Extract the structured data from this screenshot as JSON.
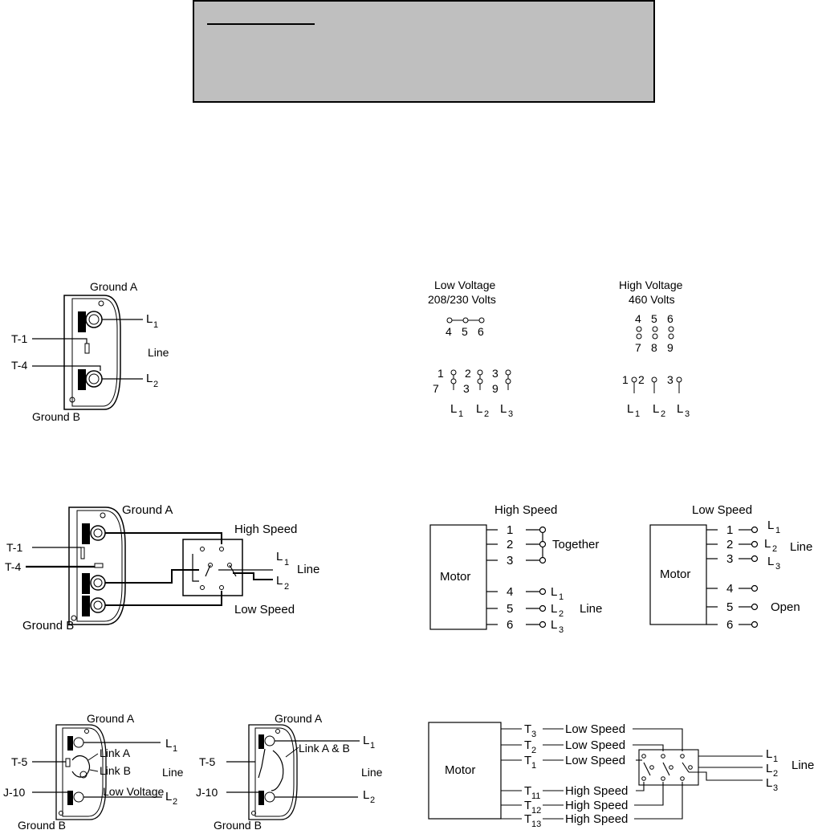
{
  "panel1": {
    "ground_a": "Ground A",
    "ground_b": "Ground B",
    "t1": "T-1",
    "t4": "T-4",
    "line": "Line",
    "l1": "L",
    "l2": "L",
    "sub1": "1",
    "sub2": "2"
  },
  "panel2": {
    "low_title": "Low Voltage",
    "low_sub": "208/230 Volts",
    "high_title": "High Voltage",
    "high_sub": "460 Volts",
    "low_top": [
      "4",
      "5",
      "6"
    ],
    "low_bottom_top": [
      "1",
      "2",
      "3"
    ],
    "low_bottom_bot": [
      "7",
      "3",
      "9"
    ],
    "high_top": [
      "4",
      "5",
      "6"
    ],
    "high_mid": [
      "7",
      "8",
      "9"
    ],
    "high_bottom": [
      "1",
      "2",
      "3"
    ],
    "lines": [
      "L",
      "L",
      "L"
    ],
    "line_subs": [
      "1",
      "2",
      "3"
    ]
  },
  "panel3": {
    "ground_a": "Ground A",
    "ground_b": "Ground B",
    "t1": "T-1",
    "t4": "T-4",
    "high": "High Speed",
    "low": "Low Speed",
    "line": "Line",
    "l": "L",
    "sub1": "1",
    "sub2": "2"
  },
  "panel4": {
    "high_title": "High Speed",
    "low_title": "Low Speed",
    "motor": "Motor",
    "terminals": [
      "1",
      "2",
      "3",
      "4",
      "5",
      "6"
    ],
    "together": "Together",
    "line": "Line",
    "open": "Open",
    "l": "L",
    "subs": [
      "1",
      "2",
      "3"
    ]
  },
  "panel5": {
    "ground_a": "Ground A",
    "ground_b": "Ground B",
    "t5": "T-5",
    "j10": "J-10",
    "link_a": "Link A",
    "link_b": "Link B",
    "link_ab": "Link A & B",
    "line": "Line",
    "low_voltage": "Low Voltage",
    "l": "L",
    "sub1": "1",
    "sub2": "2"
  },
  "panel6": {
    "motor": "Motor",
    "t": "T",
    "t_subs": [
      "3",
      "2",
      "1",
      "11",
      "12",
      "13"
    ],
    "low": "Low Speed",
    "high": "High Speed",
    "line": "Line",
    "l": "L",
    "l_subs": [
      "1",
      "2",
      "3"
    ]
  }
}
